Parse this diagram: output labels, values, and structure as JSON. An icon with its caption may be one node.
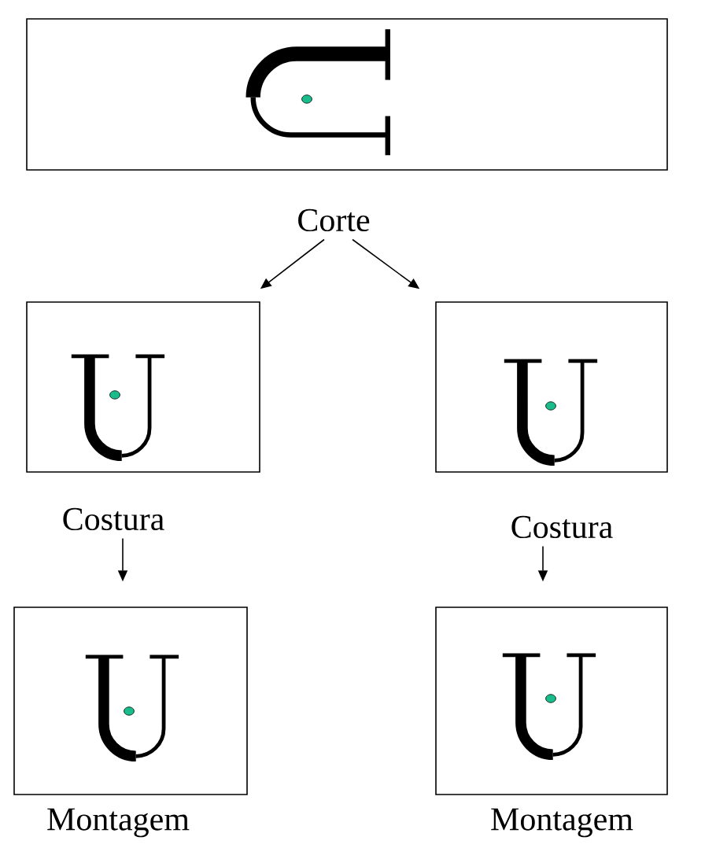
{
  "diagram": {
    "nodes": [
      {
        "text": [
          "Corte"
        ]
      },
      {
        "text": [
          "Costura"
        ]
      },
      {
        "text": [
          "Costura"
        ]
      },
      {
        "text": [
          "Montagem"
        ]
      },
      {
        "text": [
          "Montagem"
        ]
      }
    ],
    "edges": [
      {
        "from": 0,
        "to": 1,
        "arrow": "to"
      },
      {
        "from": 0,
        "to": 2,
        "arrow": "to"
      },
      {
        "from": 1,
        "to": 3,
        "arrow": "to"
      },
      {
        "from": 2,
        "to": 4,
        "arrow": "to"
      }
    ]
  }
}
